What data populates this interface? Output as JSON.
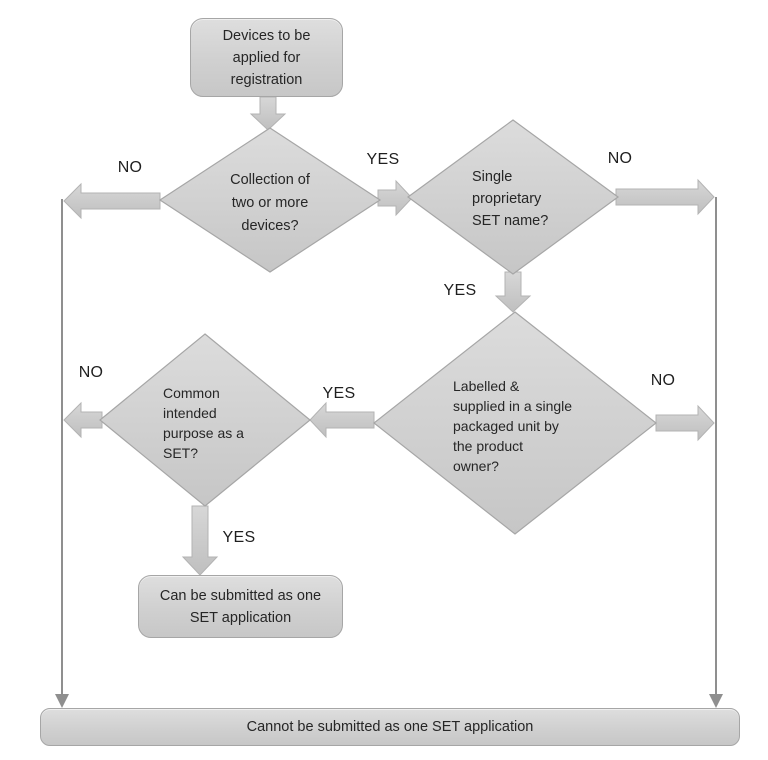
{
  "title": "SET application decision flowchart",
  "palette": {
    "shape_fill_top": "#dcdcdc",
    "shape_fill_bottom": "#c6c6c6",
    "shape_border": "#a6a6a6",
    "arrow_fill_top": "#d7d7d7",
    "arrow_fill_bottom": "#bfbfbf",
    "arrow_border": "#b3b3b3",
    "connector": "#8f8f8f",
    "text": "#262626",
    "background": "#ffffff"
  },
  "nodes": {
    "start": {
      "label": "Devices to be\napplied for\nregistration"
    },
    "collection": {
      "label": "Collection of\ntwo or more\ndevices?"
    },
    "set_name": {
      "label": "Single\nproprietary\nSET name?"
    },
    "labelled": {
      "label": "Labelled &\nsupplied in a single\npackaged unit by\nthe product\nowner?"
    },
    "purpose": {
      "label": "Common\nintended\npurpose as a\nSET?"
    },
    "one_set": {
      "label": "Can be submitted as one\nSET application"
    },
    "not_one_set": {
      "label": "Cannot be submitted as one SET application"
    }
  },
  "edge_labels": {
    "collection_no": "NO",
    "collection_yes": "YES",
    "set_name_no": "NO",
    "set_name_yes": "YES",
    "labelled_no": "NO",
    "labelled_yes": "YES",
    "purpose_no": "NO",
    "purpose_yes": "YES"
  }
}
